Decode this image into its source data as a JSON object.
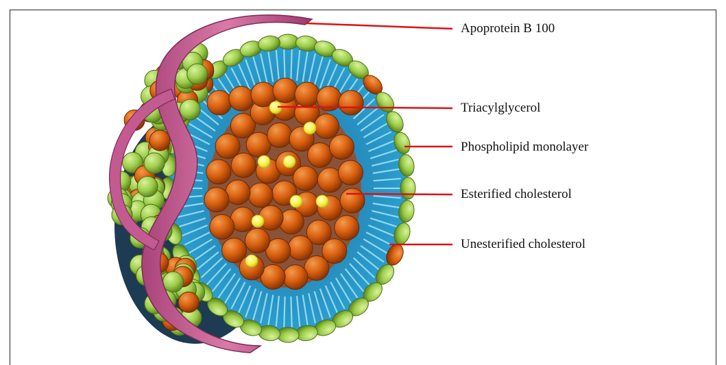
{
  "diagram": {
    "labels": [
      {
        "id": "apoprotein",
        "text": "Apoprotein B 100"
      },
      {
        "id": "triacylglycerol",
        "text": "Triacylglycerol"
      },
      {
        "id": "phospholipid",
        "text": "Phospholipid monolayer"
      },
      {
        "id": "esterified",
        "text": "Esterified cholesterol"
      },
      {
        "id": "unesterified",
        "text": "Unesterified cholesterol"
      }
    ],
    "colors": {
      "leader_line": "#e01010",
      "phospholipid_head": "#9ccc4a",
      "phospholipid_tail": "#2fa9d8",
      "cholesteryl_ester": "#d9600f",
      "triacylglycerol": "#f3ee3c",
      "apoprotein": "#c45a92"
    }
  }
}
